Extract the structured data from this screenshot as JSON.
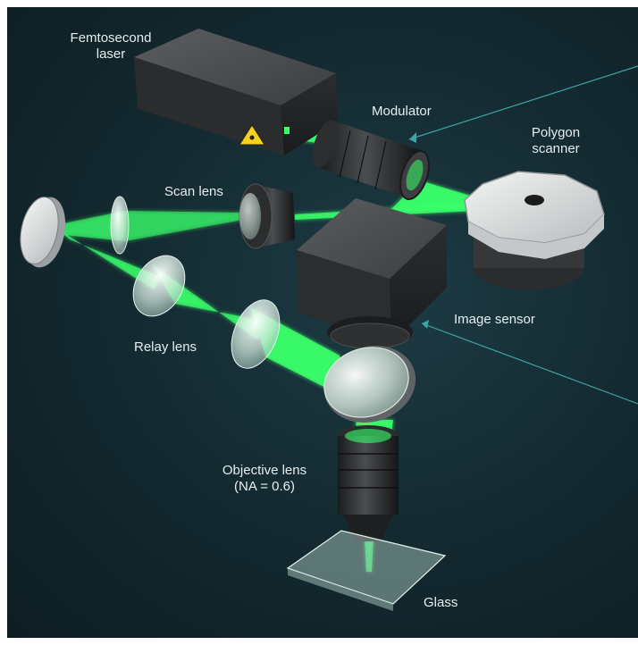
{
  "colors": {
    "background": "#132a31",
    "beam": "#39ff6a",
    "label_text": "#e6eef0",
    "leader_line": "#3aa6a6"
  },
  "components": {
    "laser": {
      "name_line1": "Femtosecond",
      "name_line2": "laser",
      "icon": "laser-warning-icon"
    },
    "modulator": {
      "name": "Modulator"
    },
    "polygon_scanner": {
      "name_line1": "Polygon",
      "name_line2": "scanner"
    },
    "scan_lens": {
      "name": "Scan lens"
    },
    "relay_lens": {
      "name": "Relay lens"
    },
    "image_sensor": {
      "name": "Image sensor"
    },
    "objective_lens": {
      "name_line1": "Objective lens",
      "name_line2": "(NA = 0.6)"
    },
    "glass": {
      "name": "Glass"
    }
  }
}
